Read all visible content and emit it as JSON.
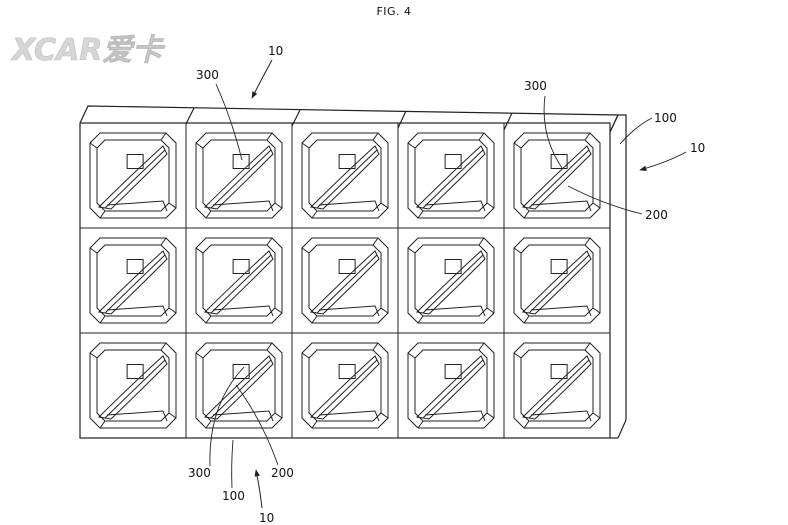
{
  "figure": {
    "title": "FIG. 4"
  },
  "watermark": {
    "label": "XCAR爱卡",
    "color": "#d3d3d3"
  },
  "grid": {
    "rows": 3,
    "cols": 5
  },
  "callouts": {
    "assembly_top": "10",
    "assembly_right": "10",
    "assembly_bottom": "10",
    "frame_right": "100",
    "frame_bottom": "100",
    "sensor_top_left": "300",
    "sensor_top_right": "300",
    "sensor_bottom": "300",
    "panel_right": "200",
    "panel_bottom": "200"
  },
  "colors": {
    "line": "#222222",
    "background": "#ffffff"
  }
}
